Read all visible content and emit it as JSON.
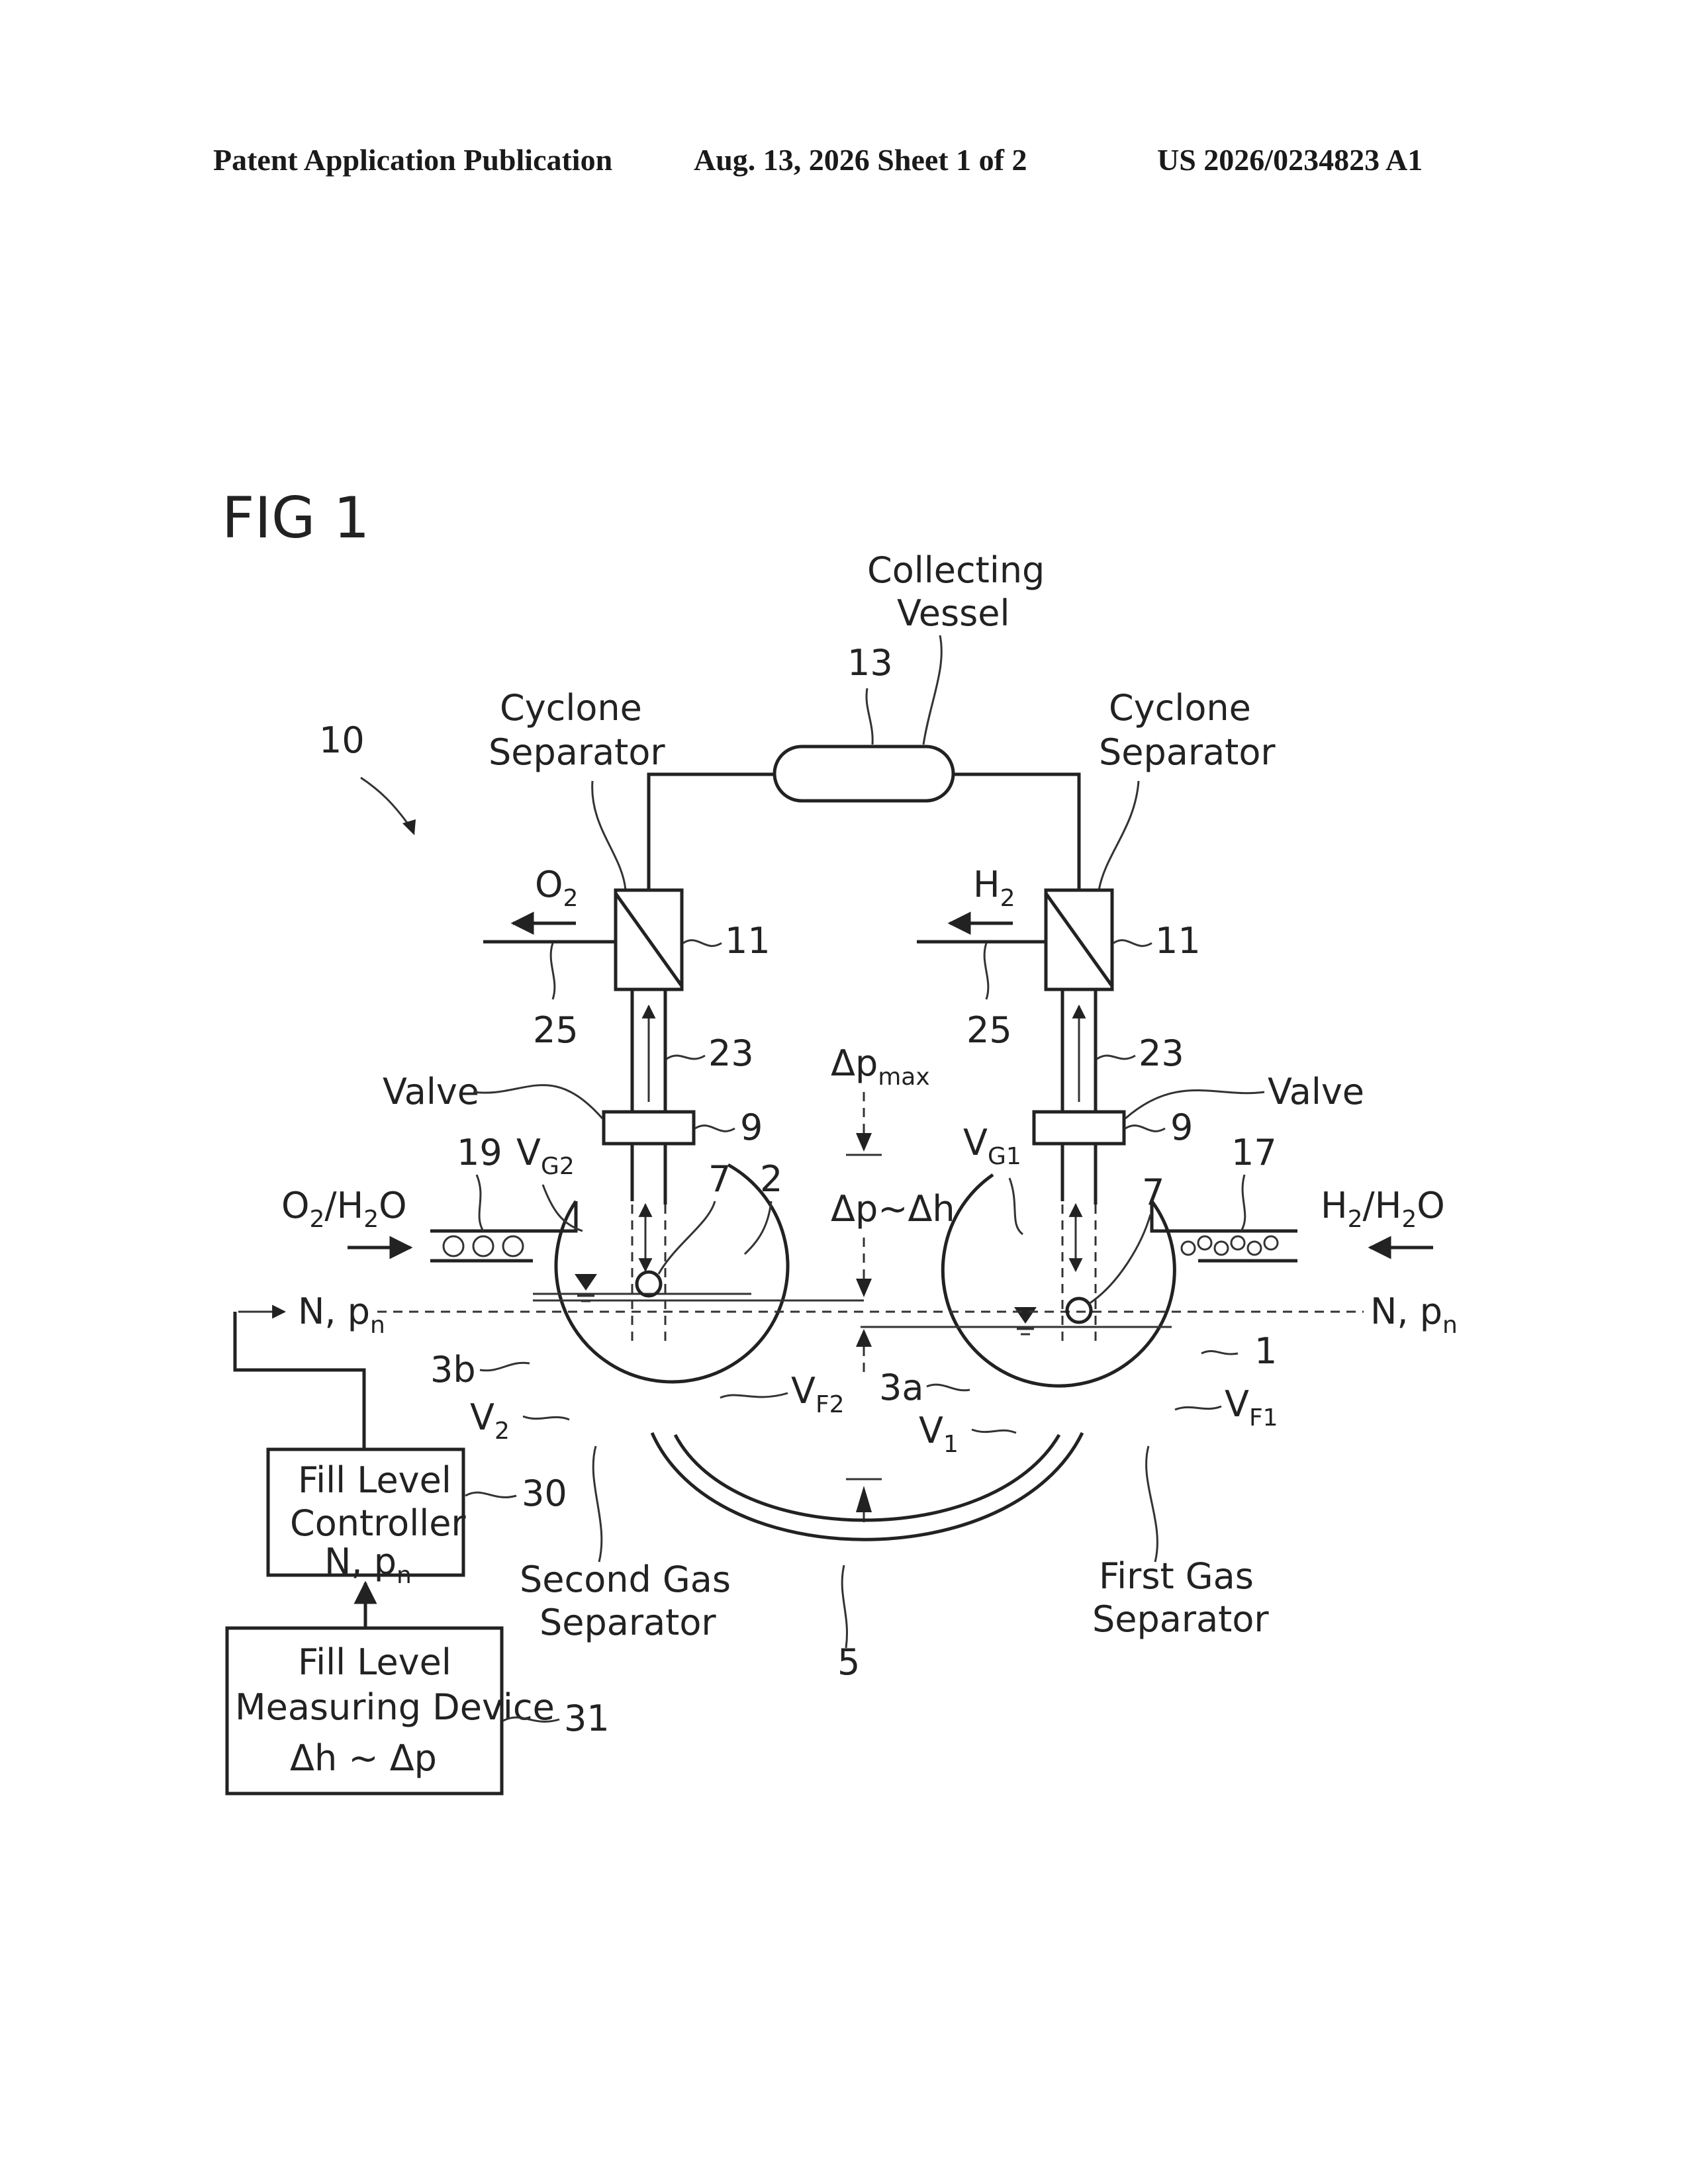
{
  "header": {
    "publication": "Patent Application Publication",
    "date_sheet": "Aug. 13, 2026  Sheet 1 of 2",
    "number": "US 2026/0234823 A1"
  },
  "figure": {
    "title": "FIG 1",
    "labels": {
      "collecting_vessel_1": "Collecting",
      "collecting_vessel_2": "Vessel",
      "ref_13": "13",
      "ref_10": "10",
      "cyclone_left_1": "Cyclone",
      "cyclone_left_2": "Separator",
      "cyclone_right_1": "Cyclone",
      "cyclone_right_2": "Separator",
      "o2": "O",
      "o2_sub": "2",
      "h2": "H",
      "h2_sub": "2",
      "ref_11_left": "11",
      "ref_11_right": "11",
      "ref_25_left": "25",
      "ref_25_right": "25",
      "ref_23_left": "23",
      "ref_23_right": "23",
      "valve_left": "Valve",
      "valve_right": "Valve",
      "ref_9_left": "9",
      "ref_9_right": "9",
      "dp_max": "Δp",
      "dp_max_sub": "max",
      "ref_19": "19",
      "vg2": "V",
      "vg2_sub": "G2",
      "ref_7_left": "7",
      "ref_2": "2",
      "dp_dh": "Δp~Δh",
      "vg1": "V",
      "vg1_sub": "G1",
      "ref_7_right": "7",
      "ref_17": "17",
      "o2h2o_left": "O",
      "o2h2o_left_sub1": "2",
      "o2h2o_left_mid": "/H",
      "o2h2o_left_sub2": "2",
      "o2h2o_left_end": "O",
      "h2h2o_right": "H",
      "h2h2o_right_sub1": "2",
      "h2h2o_right_mid": "/H",
      "h2h2o_right_sub2": "2",
      "h2h2o_right_end": "O",
      "npn_left": "N, p",
      "npn_left_sub": "n",
      "npn_right": "N, p",
      "npn_right_sub": "n",
      "ref_3b": "3b",
      "v2": "V",
      "v2_sub": "2",
      "vf2": "V",
      "vf2_sub": "F2",
      "ref_3a": "3a",
      "v1": "V",
      "v1_sub": "1",
      "ref_1": "1",
      "vf1": "V",
      "vf1_sub": "F1",
      "second_gas_1": "Second Gas",
      "second_gas_2": "Separator",
      "first_gas_1": "First Gas",
      "first_gas_2": "Separator",
      "ref_5": "5",
      "controller_1": "Fill Level",
      "controller_2": "Controller",
      "controller_3": "N, p",
      "controller_3_sub": "n",
      "ref_30": "30",
      "measuring_1": "Fill Level",
      "measuring_2": "Measuring Device",
      "measuring_3": "Δh ~ Δp",
      "ref_31": "31"
    }
  }
}
